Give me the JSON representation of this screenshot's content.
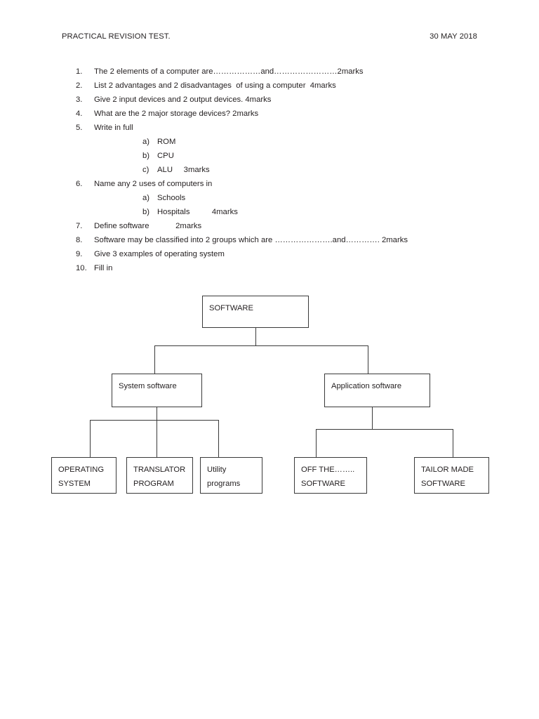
{
  "header": {
    "title": "PRACTICAL REVISION TEST.",
    "date": "30 MAY 2018"
  },
  "questions": [
    {
      "num": "1.",
      "text": "The 2 elements of a computer are………………and……………………2marks"
    },
    {
      "num": "2.",
      "text": "List 2 advantages and 2 disadvantages  of using a computer  4marks"
    },
    {
      "num": "3.",
      "text": "Give 2 input devices and 2 output devices. 4marks"
    },
    {
      "num": "4.",
      "text": "What are the 2 major storage devices? 2marks"
    },
    {
      "num": "5.",
      "text": "Write in full",
      "sub": [
        {
          "mark": "a)",
          "text": "ROM"
        },
        {
          "mark": "b)",
          "text": "CPU"
        },
        {
          "mark": "c)",
          "text": "ALU     3marks"
        }
      ]
    },
    {
      "num": "6.",
      "text": "Name any 2 uses of computers in",
      "sub": [
        {
          "mark": "a)",
          "text": "Schools"
        },
        {
          "mark": "b)",
          "text": "Hospitals          4marks"
        }
      ]
    },
    {
      "num": "7.",
      "text": "Define software            2marks"
    },
    {
      "num": "8.",
      "text": "Software may be classified into 2 groups which are ………………….and…………. 2marks"
    },
    {
      "num": "9.",
      "text": "Give 3 examples of operating system"
    },
    {
      "num": "10.",
      "text": "Fill in"
    }
  ],
  "diagram": {
    "root": {
      "label": "SOFTWARE"
    },
    "tier2": [
      {
        "label": "System software"
      },
      {
        "label": "Application software"
      }
    ],
    "tier3_left": [
      {
        "label": "OPERATING\nSYSTEM"
      },
      {
        "label": "TRANSLATOR\nPROGRAM"
      },
      {
        "label": "Utility\nprograms"
      }
    ],
    "tier3_right": [
      {
        "label": "OFF THE……..\nSOFTWARE"
      },
      {
        "label": "TAILOR MADE\nSOFTWARE"
      }
    ]
  },
  "colors": {
    "text": "#231f20",
    "line": "#3a3a3a",
    "page": "#ffffff"
  }
}
